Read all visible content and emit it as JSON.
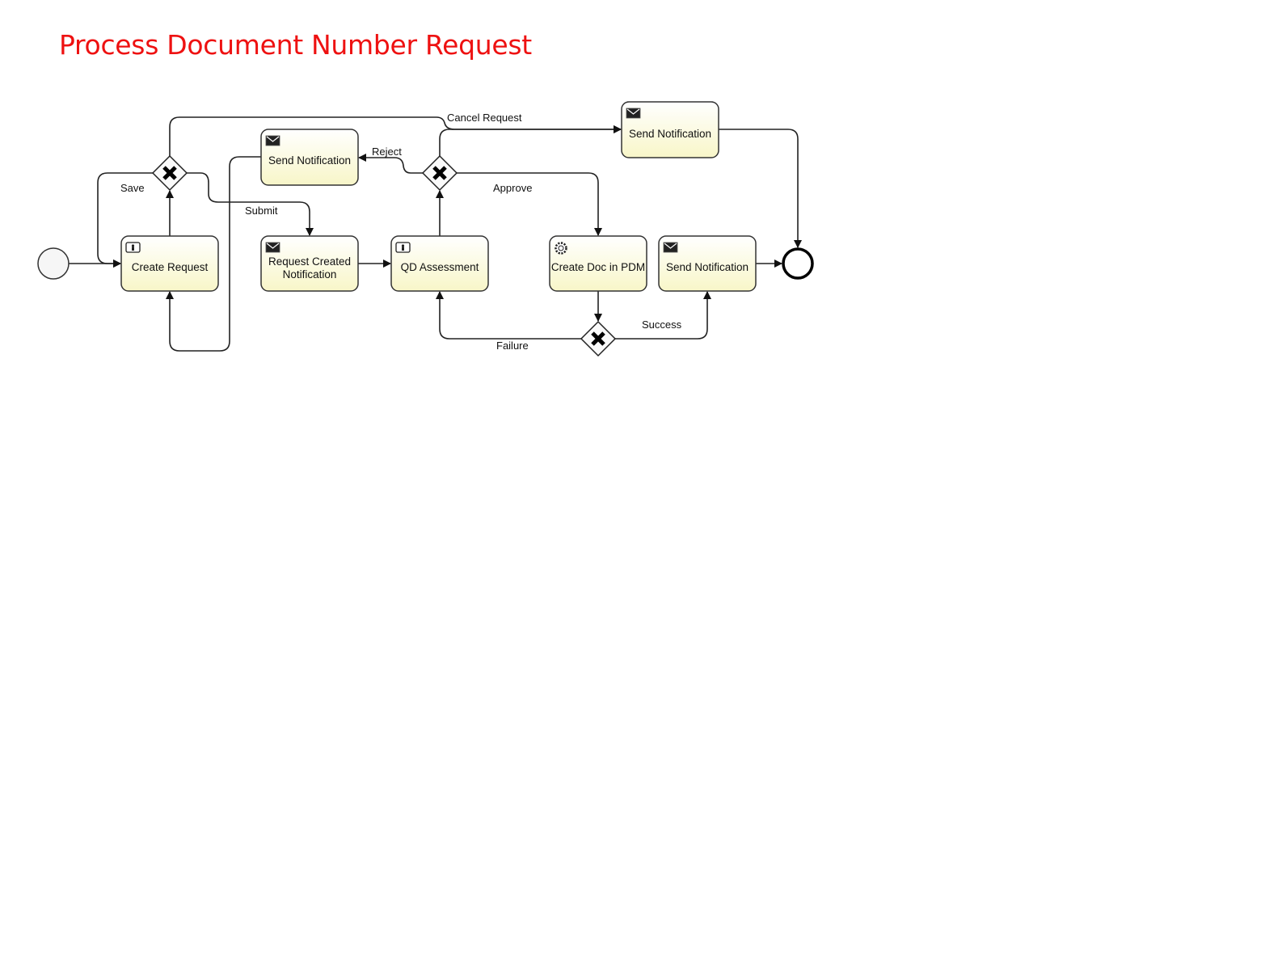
{
  "title": "Process Document Number Request",
  "tasks": {
    "create_request": {
      "label": "Create Request",
      "icon": "user-task-icon"
    },
    "send_notification_reject": {
      "label": "Send Notification",
      "icon": "envelope-icon"
    },
    "request_created_notification": {
      "label_line1": "Request Created",
      "label_line2": "Notification",
      "icon": "envelope-icon"
    },
    "qd_assessment": {
      "label": "QD Assessment",
      "icon": "user-task-icon"
    },
    "send_notification_cancel": {
      "label": "Send Notification",
      "icon": "envelope-icon"
    },
    "create_doc_pdm": {
      "label": "Create Doc in PDM",
      "icon": "gear-icon"
    },
    "send_notification_success": {
      "label": "Send Notification",
      "icon": "envelope-icon"
    }
  },
  "flows": {
    "save": "Save",
    "submit": "Submit",
    "cancel_request": "Cancel Request",
    "reject": "Reject",
    "approve": "Approve",
    "success": "Success",
    "failure": "Failure"
  },
  "colors": {
    "title": "#ee1111",
    "task_fill_top": "#ffffff",
    "task_fill_bottom": "#f8f6c8"
  }
}
